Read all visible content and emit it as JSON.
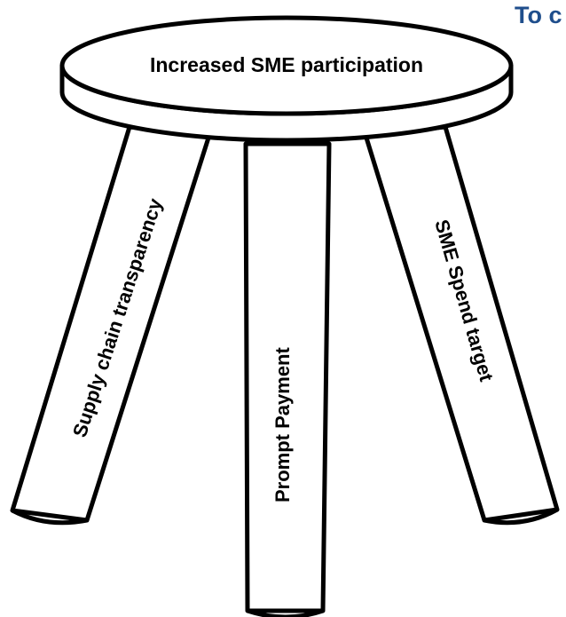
{
  "header": {
    "title_fragment": "To c"
  },
  "colors": {
    "title": "#1f4e8c",
    "outline": "#000000",
    "fill": "#ffffff"
  },
  "stool": {
    "seat_label": "Increased SME participation",
    "legs": {
      "left": "Supply chain transparency",
      "middle": "Prompt Payment",
      "right": "SME Spend target"
    }
  }
}
